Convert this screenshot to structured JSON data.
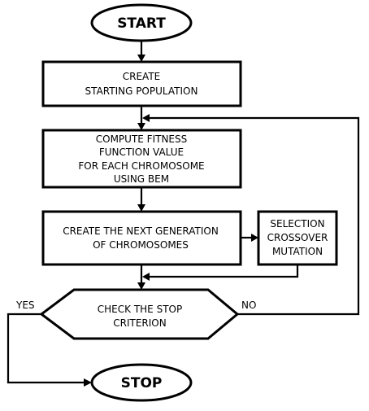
{
  "nodes": {
    "start": {
      "label": "START"
    },
    "create_population": {
      "lines": [
        "CREATE",
        "STARTING POPULATION"
      ]
    },
    "compute_fitness": {
      "lines": [
        "COMPUTE FITNESS",
        "FUNCTION VALUE",
        "FOR EACH CHROMOSOME",
        "USING BEM"
      ]
    },
    "next_generation": {
      "lines": [
        "CREATE THE NEXT GENERATION",
        "OF CHROMOSOMES"
      ]
    },
    "operators": {
      "lines": [
        "SELECTION",
        "CROSSOVER",
        "MUTATION"
      ]
    },
    "stop_check": {
      "lines": [
        "CHECK THE STOP",
        "CRITERION"
      ]
    },
    "stop": {
      "label": "STOP"
    }
  },
  "edge_labels": {
    "yes": "YES",
    "no": "NO"
  }
}
